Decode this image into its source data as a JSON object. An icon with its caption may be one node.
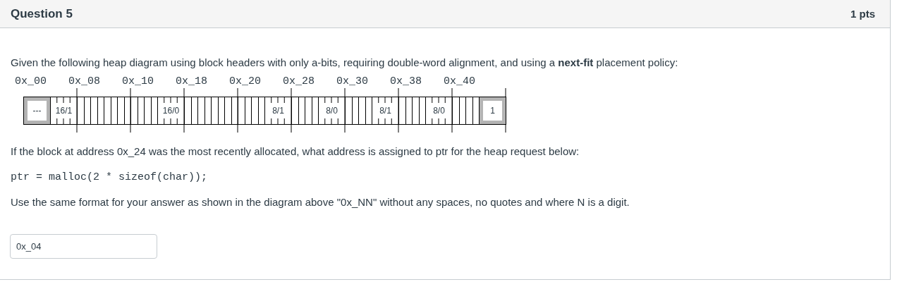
{
  "diagram": {
    "title": "Question 5",
    "nodes": [
      {
        "text": [
          "---"
        ]
      },
      {
        "text": [
          "16/1"
        ]
      },
      {
        "text": [],
        "shape": "box"
      },
      {
        "text": [],
        "shape": "box"
      },
      {
        "text": [],
        "shape": "box"
      },
      {
        "text": [],
        "shape": "box"
      },
      {
        "text": [],
        "shape": "box"
      },
      {
        "text": [],
        "shape": "box"
      },
      {
        "text": [],
        "shape": "box"
      },
      {
        "text": [],
        "shape": "box"
      },
      {
        "text": [],
        "shape": "box"
      },
      {
        "text": [],
        "shape": "box"
      },
      {
        "text": [],
        "shape": "box"
      },
      {
        "text": [],
        "shape": "box"
      },
      {
        "text": [
          "16/0"
        ]
      },
      {
        "text": [],
        "shape": "box"
      },
      {
        "text": [],
        "shape": "box"
      },
      {
        "text": [],
        "shape": "box"
      },
      {
        "text": [],
        "shape": "box"
      },
      {
        "text": [],
        "shape": "box"
      },
      {
        "text": [],
        "shape": "box"
      },
      {
        "text": [],
        "shape": "box"
      },
      {
        "text": [],
        "shape": "box"
      },
      {
        "text": [],
        "shape": "box"
      },
      {
        "text": [],
        "shape": "box"
      },
      {
        "text": [],
        "shape": "box"
      },
      {
        "text": [],
        "shape": "box"
      },
      {
        "text": [
          "8/1"
        ]
      },
      {
        "text": [],
        "shape": "box"
      },
      {
        "text": [],
        "shape": "box"
      },
      {
        "text": [],
        "shape": "box"
      },
      {
        "text": [],
        "shape": "box"
      },
      {
        "text": [
          "8/0"
        ]
      },
      {
        "text": [],
        "shape": "box"
      },
      {
        "text": [],
        "shape": "box"
      },
      {
        "text": [],
        "shape": "box"
      },
      {
        "text": [],
        "shape": "box"
      },
      {
        "text": [
          "8/1"
        ]
      },
      {
        "text": [],
        "shape": "box"
      },
      {
        "text": [],
        "shape": "box"
      },
      {
        "text": [],
        "shape": "box"
      },
      {
        "text": [],
        "shape": "box"
      },
      {
        "text": [
          "8/0"
        ]
      },
      {
        "text": [],
        "shape": "box"
      },
      {
        "text": [],
        "shape": "box"
      },
      {
        "text": [],
        "shape": "box"
      },
      {
        "text": [],
        "shape": "box"
      },
      {
        "text": [
          "1"
        ]
      }
    ],
    "labels": [
      "1 pts",
      "Given the following heap diagram using block headers with only a-bits, requiring double-word alignment, and using a **next-fit** placement policy:",
      "0x_00",
      "0x_08",
      "0x_10",
      "0x_18",
      "0x_20",
      "0x_28",
      "0x_30",
      "0x_38",
      "0x_40",
      "If the block at address 0x_24 was the most recently allocated, what address is assigned to ptr for the heap request below:",
      "ptr = malloc(2 * sizeof(char));",
      "Use the same format for your answer as shown in the diagram above \"0x_NN\" without any spaces, no quotes and where N is a digit.",
      "0x_04"
    ]
  }
}
